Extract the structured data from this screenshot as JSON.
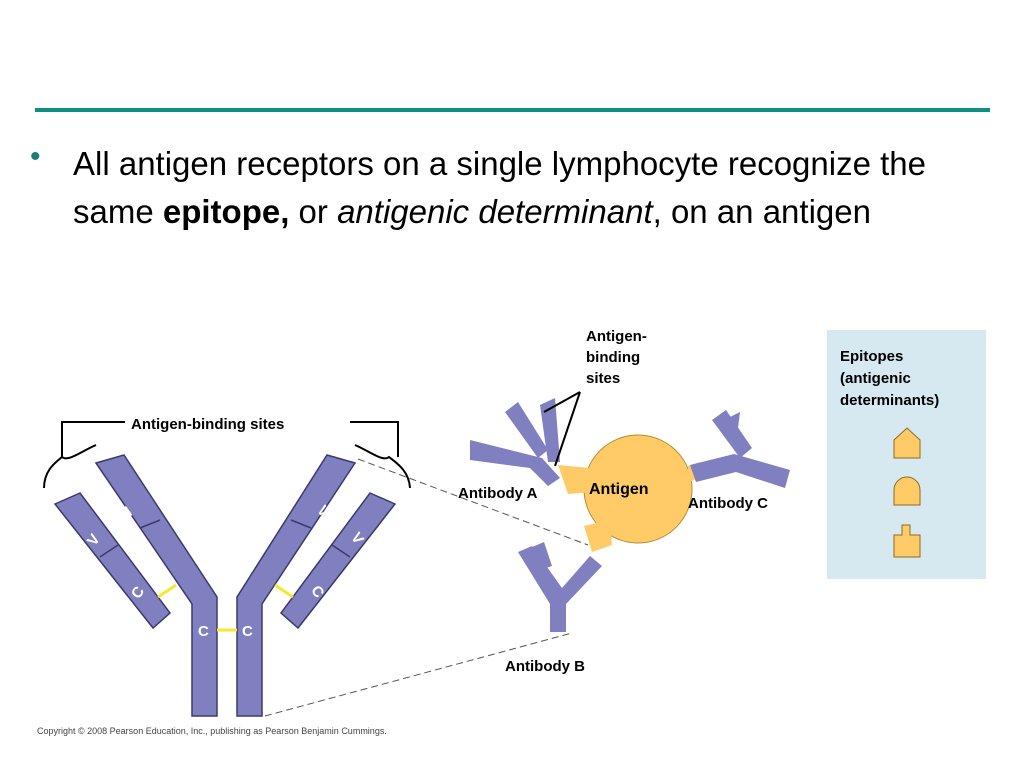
{
  "slide": {
    "bullet": "•",
    "text_part1": "All antigen receptors on a single lymphocyte recognize the same ",
    "text_bold": "epitope,",
    "text_part2": " or ",
    "text_italic1": "antigenic determinant",
    "text_part3": ", on an antigen"
  },
  "diagram": {
    "left_antibody": {
      "bracket_label": "Antigen-binding sites",
      "variable_label": "V",
      "constant_label": "C"
    },
    "antigen_label": "Antigen",
    "binding_sites_label_line1": "Antigen-",
    "binding_sites_label_line2": "binding",
    "binding_sites_label_line3": "sites",
    "antibody_a": "Antibody A",
    "antibody_b": "Antibody B",
    "antibody_c": "Antibody C",
    "epitopes_line1": "Epitopes",
    "epitopes_line2": "(antigenic",
    "epitopes_line3": "determinants)"
  },
  "colors": {
    "antibody": "#8080c0",
    "antibody_stroke": "#3a3a6a",
    "antigen": "#fecb66",
    "panel": "#d6e9f0",
    "disulfide": "#f6e72f",
    "rule": "#0f8f7e"
  },
  "copyright": "Copyright © 2008 Pearson Education, Inc., publishing as Pearson Benjamin Cummings."
}
